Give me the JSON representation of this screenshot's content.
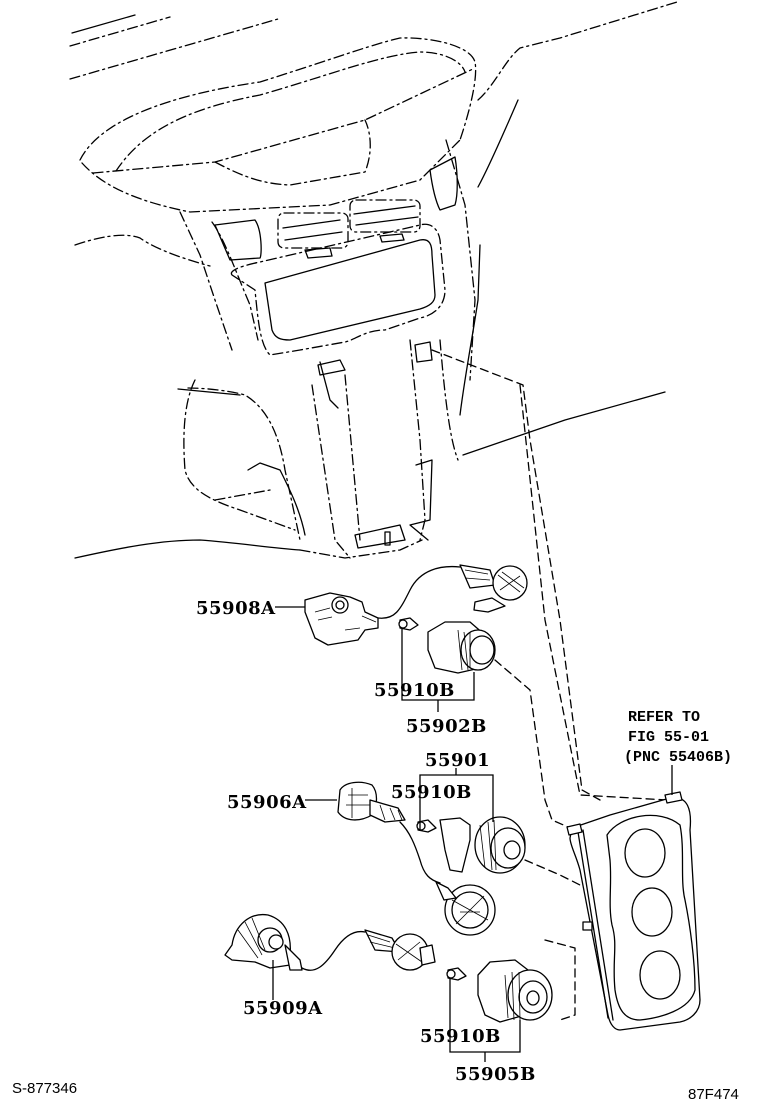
{
  "diagram": {
    "type": "parts-exploded-view",
    "subject": "Heater control / dashboard center cluster switches"
  },
  "labels": {
    "p55908A": "55908A",
    "p55910B_1": "55910B",
    "p55902B": "55902B",
    "p55901": "55901",
    "p55906A": "55906A",
    "p55910B_2": "55910B",
    "p55909A": "55909A",
    "p55910B_3": "55910B",
    "p55905B": "55905B"
  },
  "reference_note": {
    "line1": "REFER TO",
    "line2": "FIG 55-01",
    "line3": "(PNC 55406B)"
  },
  "footer": {
    "left_code": "S-877346",
    "right_code": "87F474"
  }
}
